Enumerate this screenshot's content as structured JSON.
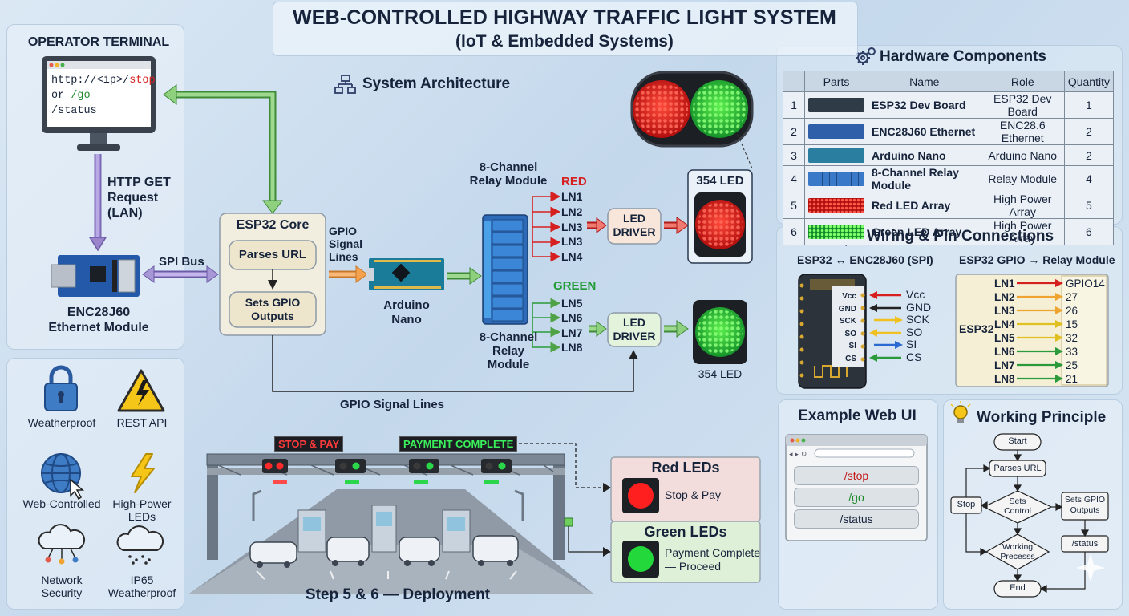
{
  "title": {
    "main": "WEB-CONTROLLED HIGHWAY TRAFFIC LIGHT SYSTEM",
    "sub": "(IoT & Embedded Systems)"
  },
  "colors": {
    "red": "#e01a1a",
    "green": "#22a83a",
    "arrow_green": "#5db34e",
    "arrow_purple": "#9b86cc",
    "arrow_orange": "#f4a24e",
    "panel_beige": "#f2eedf"
  },
  "operator": {
    "title": "OPERATOR TERMINAL",
    "url_prefix": "http://<ip>/",
    "url_stop": "stop",
    "line2_prefix": "or ",
    "line2_go": "/go",
    "line3": "/status",
    "http_label": "HTTP GET Request (LAN)",
    "http_line1": "HTTP GET",
    "http_line2": "Request",
    "http_line3": "(LAN)",
    "enc_line1": "ENC28J60",
    "enc_line2": "Ethernet Module",
    "spi_label": "SPI Bus"
  },
  "architecture": {
    "title": "System Architecture",
    "esp_title": "ESP32 Core",
    "parses": "Parses URL",
    "sets_line1": "Sets GPIO",
    "sets_line2": "Outputs",
    "gpio_line1": "GPIO",
    "gpio_line2": "Signal",
    "gpio_line3": "Lines",
    "nano_line1": "Arduino",
    "nano_line2": "Nano",
    "relay_top_line1": "8-Channel",
    "relay_top_line2": "Relay Module",
    "relay_bot_line1": "8-Channel",
    "relay_bot_line2": "Relay",
    "relay_bot_line3": "Module",
    "red_label": "RED",
    "green_label": "GREEN",
    "red_lines": [
      "LN1",
      "LN2",
      "LN3",
      "LN3",
      "LN4"
    ],
    "green_lines": [
      "LN5",
      "LN6",
      "LN7",
      "LN8"
    ],
    "driver_line1": "LED",
    "driver_line2": "DRIVER",
    "led_top": "354 LED",
    "led_bottom": "354 LED",
    "bottom_gpio": "GPIO Signal Lines"
  },
  "features": [
    {
      "icon": "padlock-icon",
      "label": "Weatherproof"
    },
    {
      "icon": "warning-icon",
      "label": "REST API"
    },
    {
      "icon": "globe-cursor-icon",
      "label": "Web-Controlled"
    },
    {
      "icon": "lightning-icon",
      "label_line1": "High-Power",
      "label_line2": "LEDs"
    },
    {
      "icon": "cloud-network-icon",
      "label_line1": "Network",
      "label_line2": "Security"
    },
    {
      "icon": "cloud-rain-icon",
      "label_line1": "IP65",
      "label_line2": "Weatherproof"
    }
  ],
  "deployment": {
    "stop_sign": "STOP & PAY",
    "complete_sign": "PAYMENT COMPLETE",
    "caption": "Step 5 & 6 — Deployment",
    "red_title": "Red LEDs",
    "red_desc": "Stop & Pay",
    "green_title": "Green LEDs",
    "green_line1": "Payment Complete",
    "green_line2": "— Proceed"
  },
  "hardware": {
    "title": "Hardware Components",
    "columns": [
      "",
      "Parts",
      "Name",
      "Role",
      "Quantity"
    ],
    "rows": [
      {
        "num": "1",
        "name": "ESP32 Dev Board",
        "role": "ESP32 Dev Board",
        "qty": "1",
        "thumb": "#2f3b47"
      },
      {
        "num": "2",
        "name": "ENC28J60 Ethernet",
        "role": "ENC28.6 Ethernet",
        "qty": "2",
        "thumb": "#2e5fa8"
      },
      {
        "num": "3",
        "name": "Arduino Nano",
        "role": "Arduino Nano",
        "qty": "2",
        "thumb": "#2a7fa0"
      },
      {
        "num": "4",
        "name": "8-Channel Relay Module",
        "role": "Relay Module",
        "qty": "4",
        "thumb": "#3a78c8"
      },
      {
        "num": "5",
        "name": "Red LED Array",
        "role": "High Power Array",
        "qty": "5",
        "thumb": "#d62020"
      },
      {
        "num": "6",
        "name": "Green LED Array",
        "role": "High Power Array",
        "qty": "6",
        "thumb": "#24b040"
      }
    ]
  },
  "wiring": {
    "title": "Wiring & Pin Connections",
    "left_title": "ESP32 ↔ ENC28J60 (SPI)",
    "right_title": "ESP32 GPIO → Relay Module",
    "board_pins": [
      "Vcc",
      "GND",
      "SCK",
      "SO",
      "SI",
      "CS"
    ],
    "enc_pins": [
      "Vcc",
      "GND",
      "SCK",
      "SO",
      "SI",
      "CS"
    ],
    "esp32_label": "ESP32",
    "lines": [
      "LN1",
      "LN2",
      "LN3",
      "LN4",
      "LN5",
      "LN6",
      "LN7",
      "LN8"
    ],
    "gpios": [
      "GPIO14",
      "27",
      "26",
      "15",
      "32",
      "33",
      "25",
      "21"
    ]
  },
  "web_ui": {
    "title": "Example Web UI",
    "buttons": [
      "/stop",
      "/go",
      "/status"
    ]
  },
  "principle": {
    "title": "Working Principle",
    "start": "Start",
    "parses": "Parses URL",
    "decision_line1": "Sets",
    "decision_line2": "Control",
    "stop": "Stop",
    "sets_line1": "Sets GPIO",
    "sets_line2": "Outputs",
    "status": "/status",
    "process_line1": "Working",
    "process_line2": "Precesss",
    "end": "End"
  }
}
